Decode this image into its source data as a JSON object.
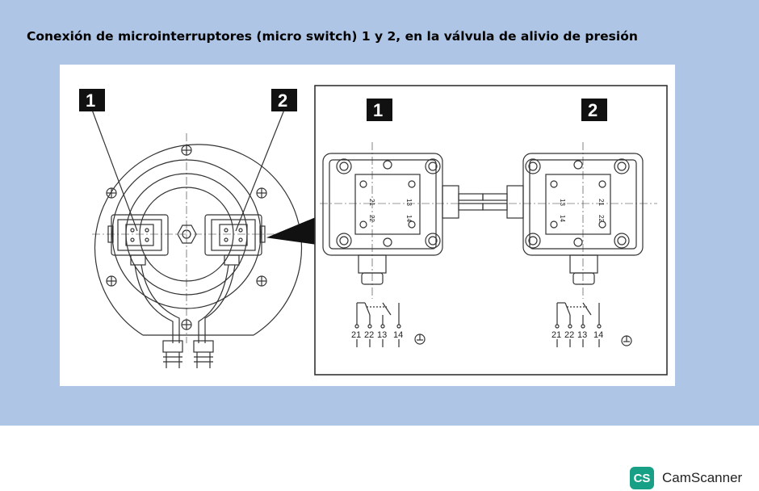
{
  "title": "Conexión de microinterruptores (micro switch) 1 y 2, en la válvula de alivio de presión",
  "diagram": {
    "labels": [
      "1",
      "2",
      "1",
      "2"
    ],
    "box_terminals": [
      "21",
      "22",
      "13",
      "14"
    ],
    "circuit_terminals": [
      "21",
      "22",
      "13",
      "14"
    ]
  },
  "watermark": {
    "badge": "CS",
    "name": "CamScanner"
  },
  "colors": {
    "slide_bg": "#aec5e6",
    "line": "#333333",
    "watermark": "#17a085"
  }
}
